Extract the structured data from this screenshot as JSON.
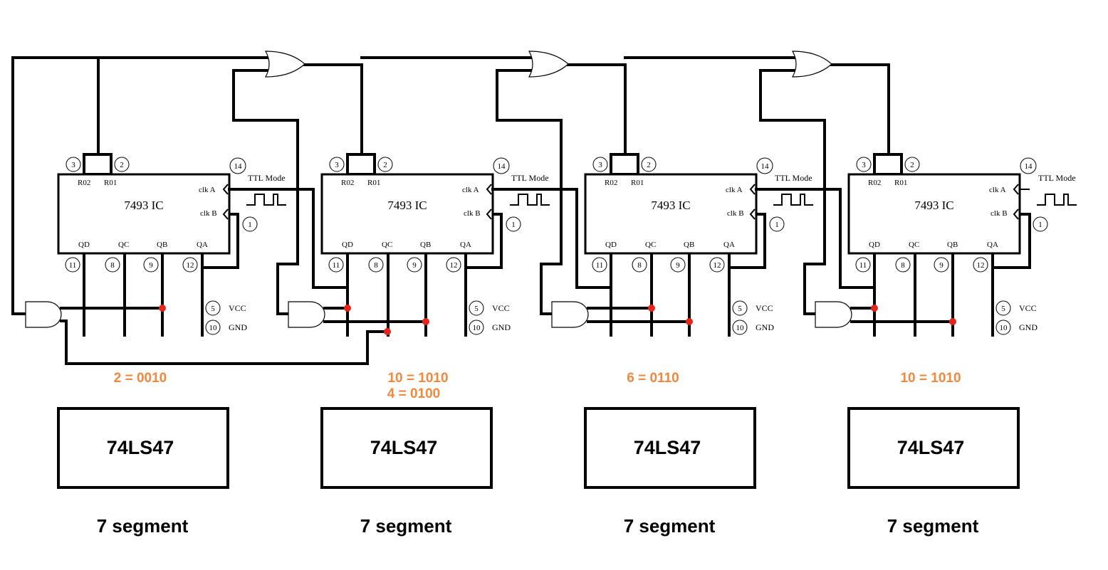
{
  "ic_label": "7493 IC",
  "pins": {
    "r02": "R02",
    "r01": "R01",
    "clka": "clk A",
    "clkb": "clk B",
    "qd": "QD",
    "qc": "QC",
    "qb": "QB",
    "qa": "QA",
    "vcc": "VCC",
    "gnd": "GND"
  },
  "pin_numbers": {
    "r02": "3",
    "r01": "2",
    "clka": "14",
    "clkb": "1",
    "qd": "11",
    "qc": "8",
    "qb": "9",
    "qa": "12",
    "vcc": "5",
    "gnd": "10"
  },
  "ttl_label": "TTL Mode",
  "stages": [
    {
      "codes": [
        "2 = 0010"
      ],
      "decoder": "74LS47",
      "display": "7 segment"
    },
    {
      "codes": [
        "10 = 1010",
        "4 = 0100"
      ],
      "decoder": "74LS47",
      "display": "7 segment"
    },
    {
      "codes": [
        "6 = 0110"
      ],
      "decoder": "74LS47",
      "display": "7 segment"
    },
    {
      "codes": [
        "10 = 1010"
      ],
      "decoder": "74LS47",
      "display": "7 segment"
    }
  ],
  "colors": {
    "wire": "#000000",
    "junction": "#e8231c",
    "code_text": "#f0883e"
  }
}
